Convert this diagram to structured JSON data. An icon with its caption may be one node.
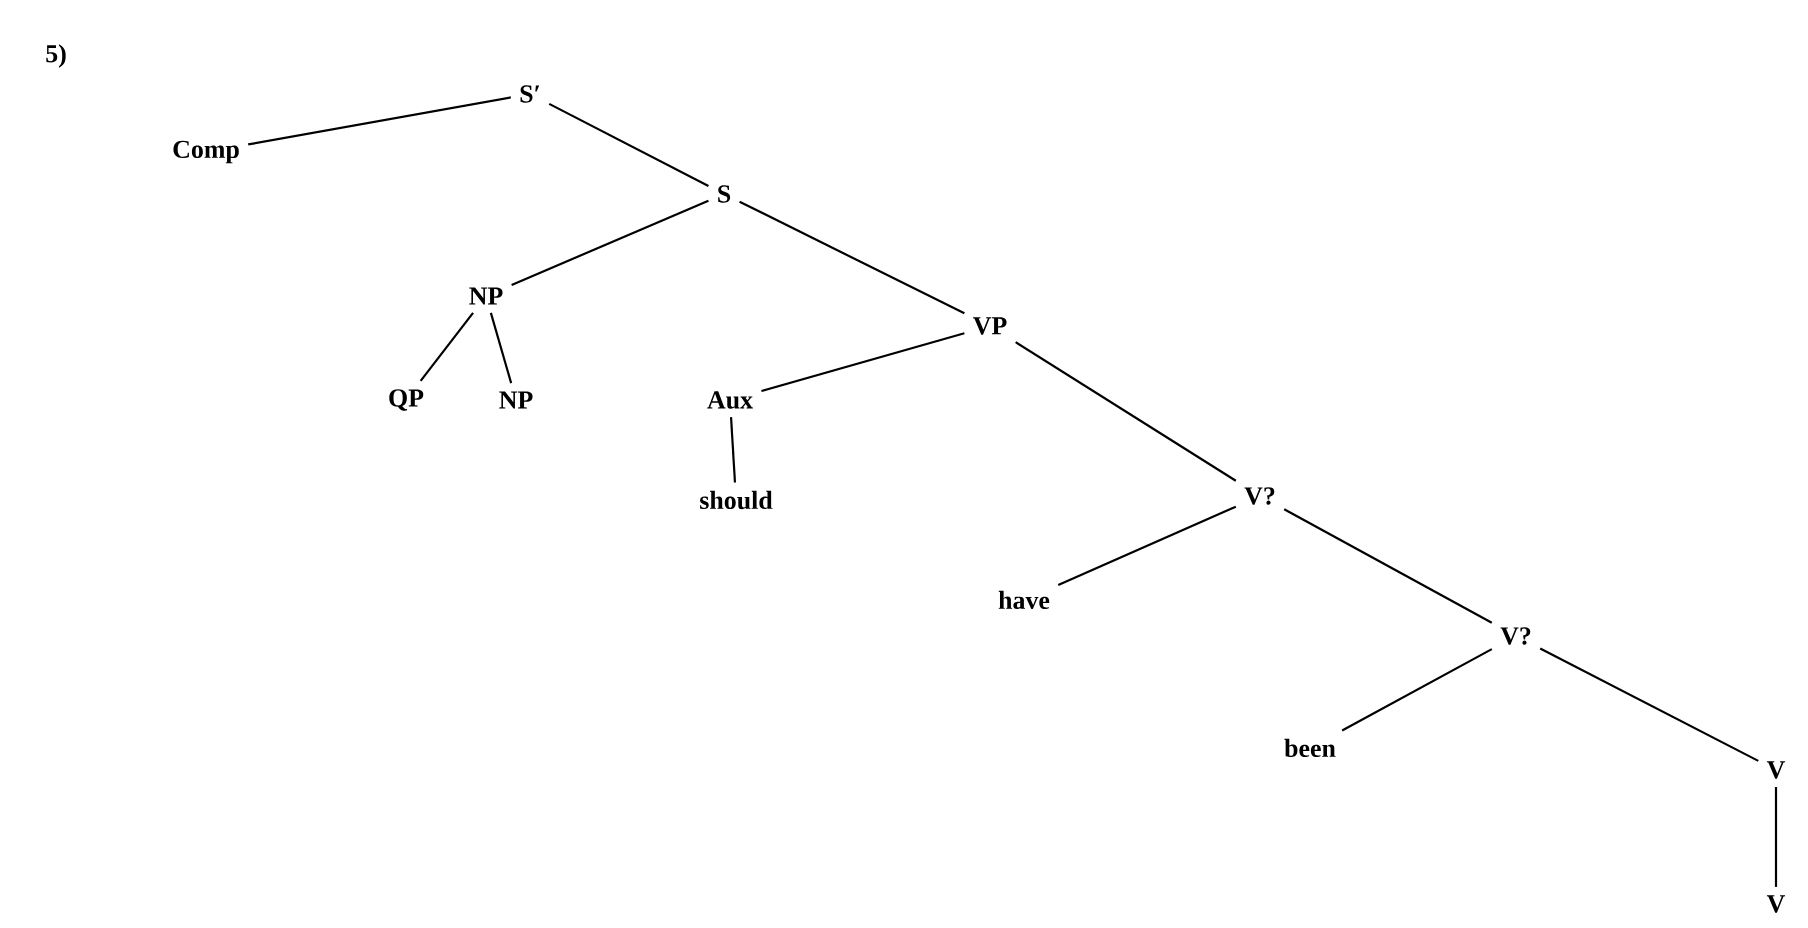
{
  "diagram": {
    "nodes": [
      {
        "text": [
          "S′"
        ]
      },
      {
        "text": [
          "Comp"
        ]
      },
      {
        "text": [
          "S"
        ]
      },
      {
        "text": [
          "NP"
        ]
      },
      {
        "text": [
          "QP"
        ]
      },
      {
        "text": [
          "NP"
        ]
      },
      {
        "text": [
          "VP"
        ]
      },
      {
        "text": [
          "Aux"
        ]
      },
      {
        "text": [
          "should"
        ]
      },
      {
        "text": [
          "V?"
        ]
      },
      {
        "text": [
          "have"
        ]
      },
      {
        "text": [
          "V?"
        ]
      },
      {
        "text": [
          "been"
        ]
      },
      {
        "text": [
          "V"
        ]
      },
      {
        "text": [
          "V"
        ]
      }
    ],
    "edges": [
      {
        "from": 0,
        "to": 1,
        "arrow": "none"
      },
      {
        "from": 0,
        "to": 2,
        "arrow": "none"
      },
      {
        "from": 2,
        "to": 3,
        "arrow": "none"
      },
      {
        "from": 3,
        "to": 4,
        "arrow": "none"
      },
      {
        "from": 3,
        "to": 5,
        "arrow": "none"
      },
      {
        "from": 2,
        "to": 6,
        "arrow": "none"
      },
      {
        "from": 6,
        "to": 7,
        "arrow": "none"
      },
      {
        "from": 7,
        "to": 8,
        "arrow": "none"
      },
      {
        "from": 6,
        "to": 9,
        "arrow": "none"
      },
      {
        "from": 9,
        "to": 10,
        "arrow": "none"
      },
      {
        "from": 9,
        "to": 11,
        "arrow": "none"
      },
      {
        "from": 11,
        "to": 12,
        "arrow": "none"
      },
      {
        "from": 11,
        "to": 13,
        "arrow": "none"
      },
      {
        "from": 13,
        "to": 14,
        "arrow": "none"
      }
    ],
    "labels": [
      "5)"
    ]
  }
}
